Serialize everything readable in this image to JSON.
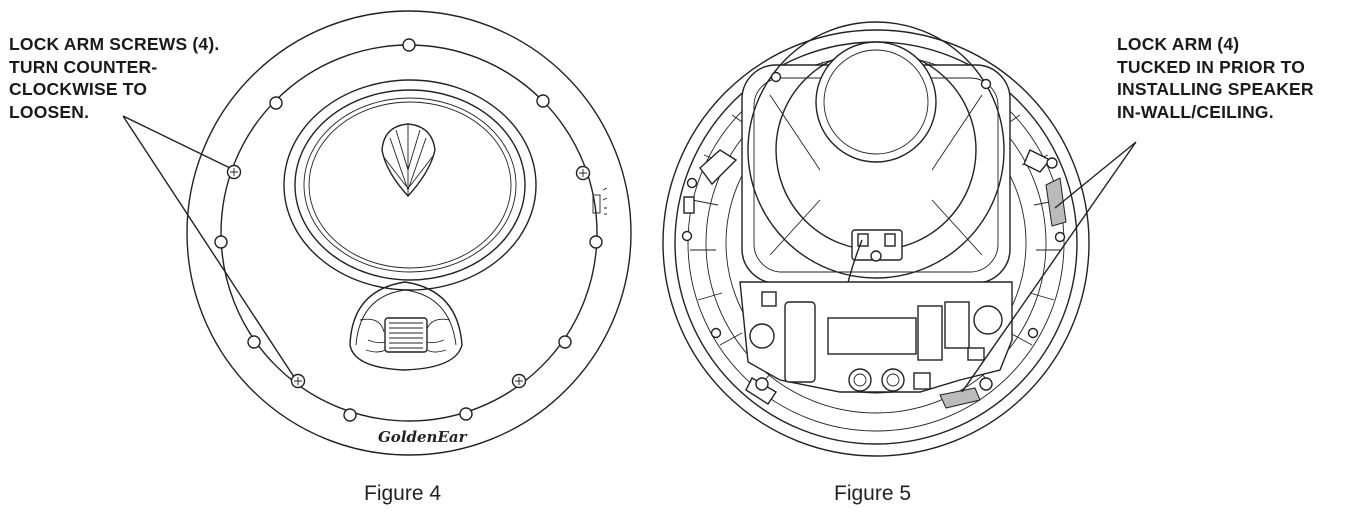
{
  "figure4": {
    "callout": "LOCK ARM SCREWS (4).\nTURN COUNTER-\nCLOCKWISE TO\nLOOSEN.",
    "brand_mark": "GoldenEar",
    "caption": "Figure 4"
  },
  "figure5": {
    "callout": "LOCK ARM (4)\nTUCKED IN PRIOR TO\nINSTALLING SPEAKER\nIN-WALL/CEILING.",
    "caption": "Figure 5"
  }
}
